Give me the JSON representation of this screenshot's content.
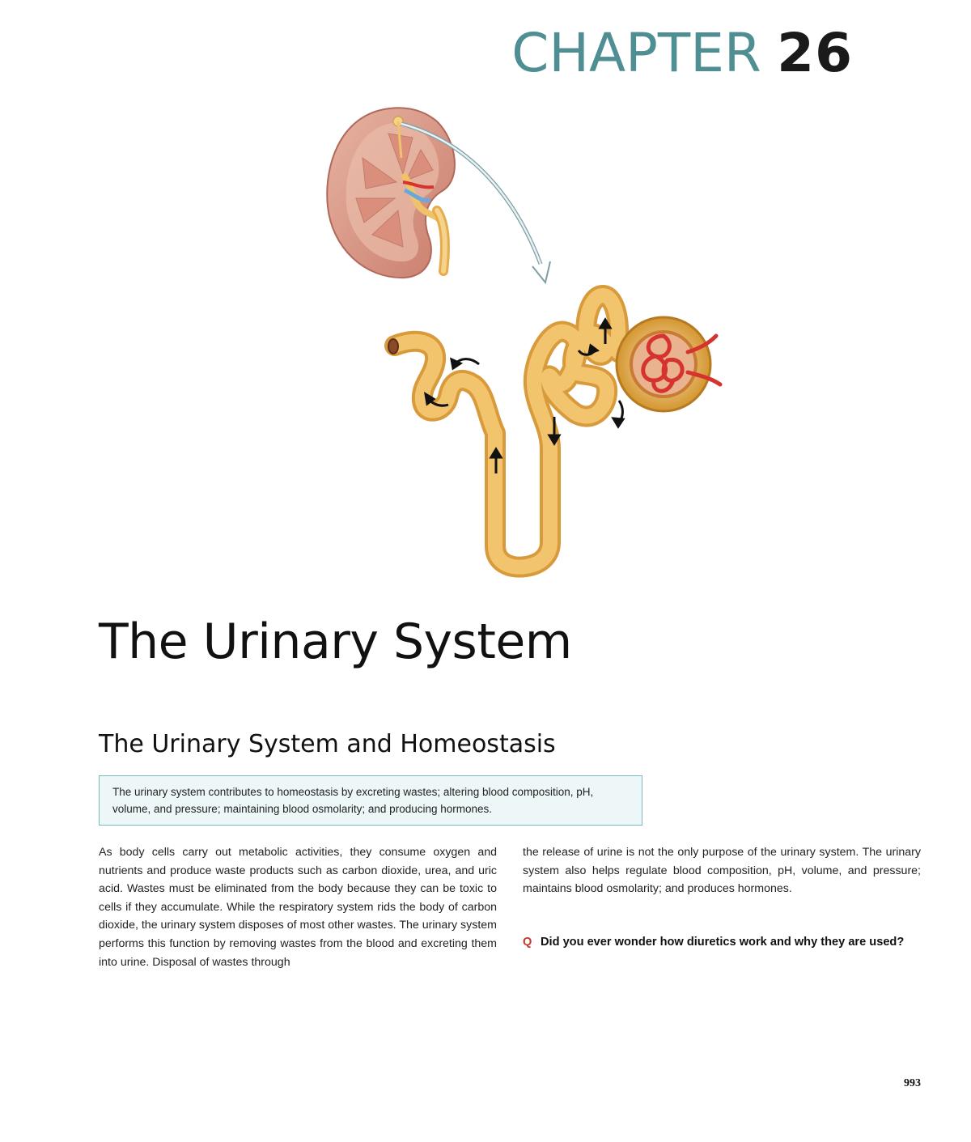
{
  "header": {
    "chapter_word": "CHAPTER",
    "chapter_number": "26"
  },
  "title": "The Urinary System",
  "section": {
    "title": "The Urinary System and Homeostasis",
    "summary": "The urinary system contributes to homeostasis by excreting wastes; altering blood composition, pH, volume, and pressure; maintaining blood osmolarity; and producing hormones."
  },
  "body": {
    "left_paragraph": "As body cells carry out metabolic activities, they consume oxygen and nutrients and produce waste products such as carbon dioxide, urea, and uric acid. Wastes must be eliminated from the body because they can be toxic to cells if they accumulate. While the respiratory system rids the body of carbon dioxide, the urinary system disposes of most other wastes. The urinary system performs this function by removing wastes from the blood and excreting them into urine. Disposal of wastes through",
    "right_paragraph": "the release of urine is not the only purpose of the urinary system. The urinary system also helps regulate blood composition, pH, volume, and pressure; maintains blood osmolarity; and produces hormones.",
    "question_marker": "Q",
    "question": "Did you ever wonder how diuretics work and why they are used?"
  },
  "figure": {
    "icons": [
      "kidney-illustration",
      "nephron-illustration",
      "zoom-arrow",
      "flow-arrow-icons"
    ],
    "colors": {
      "tubule": "#f2c46e",
      "tubule_shadow": "#d99a3c",
      "kidney": "#d99a8a",
      "glomerulus": "#d6332f",
      "accent": "#4f8e93"
    }
  },
  "footer": {
    "page_number": "993"
  }
}
